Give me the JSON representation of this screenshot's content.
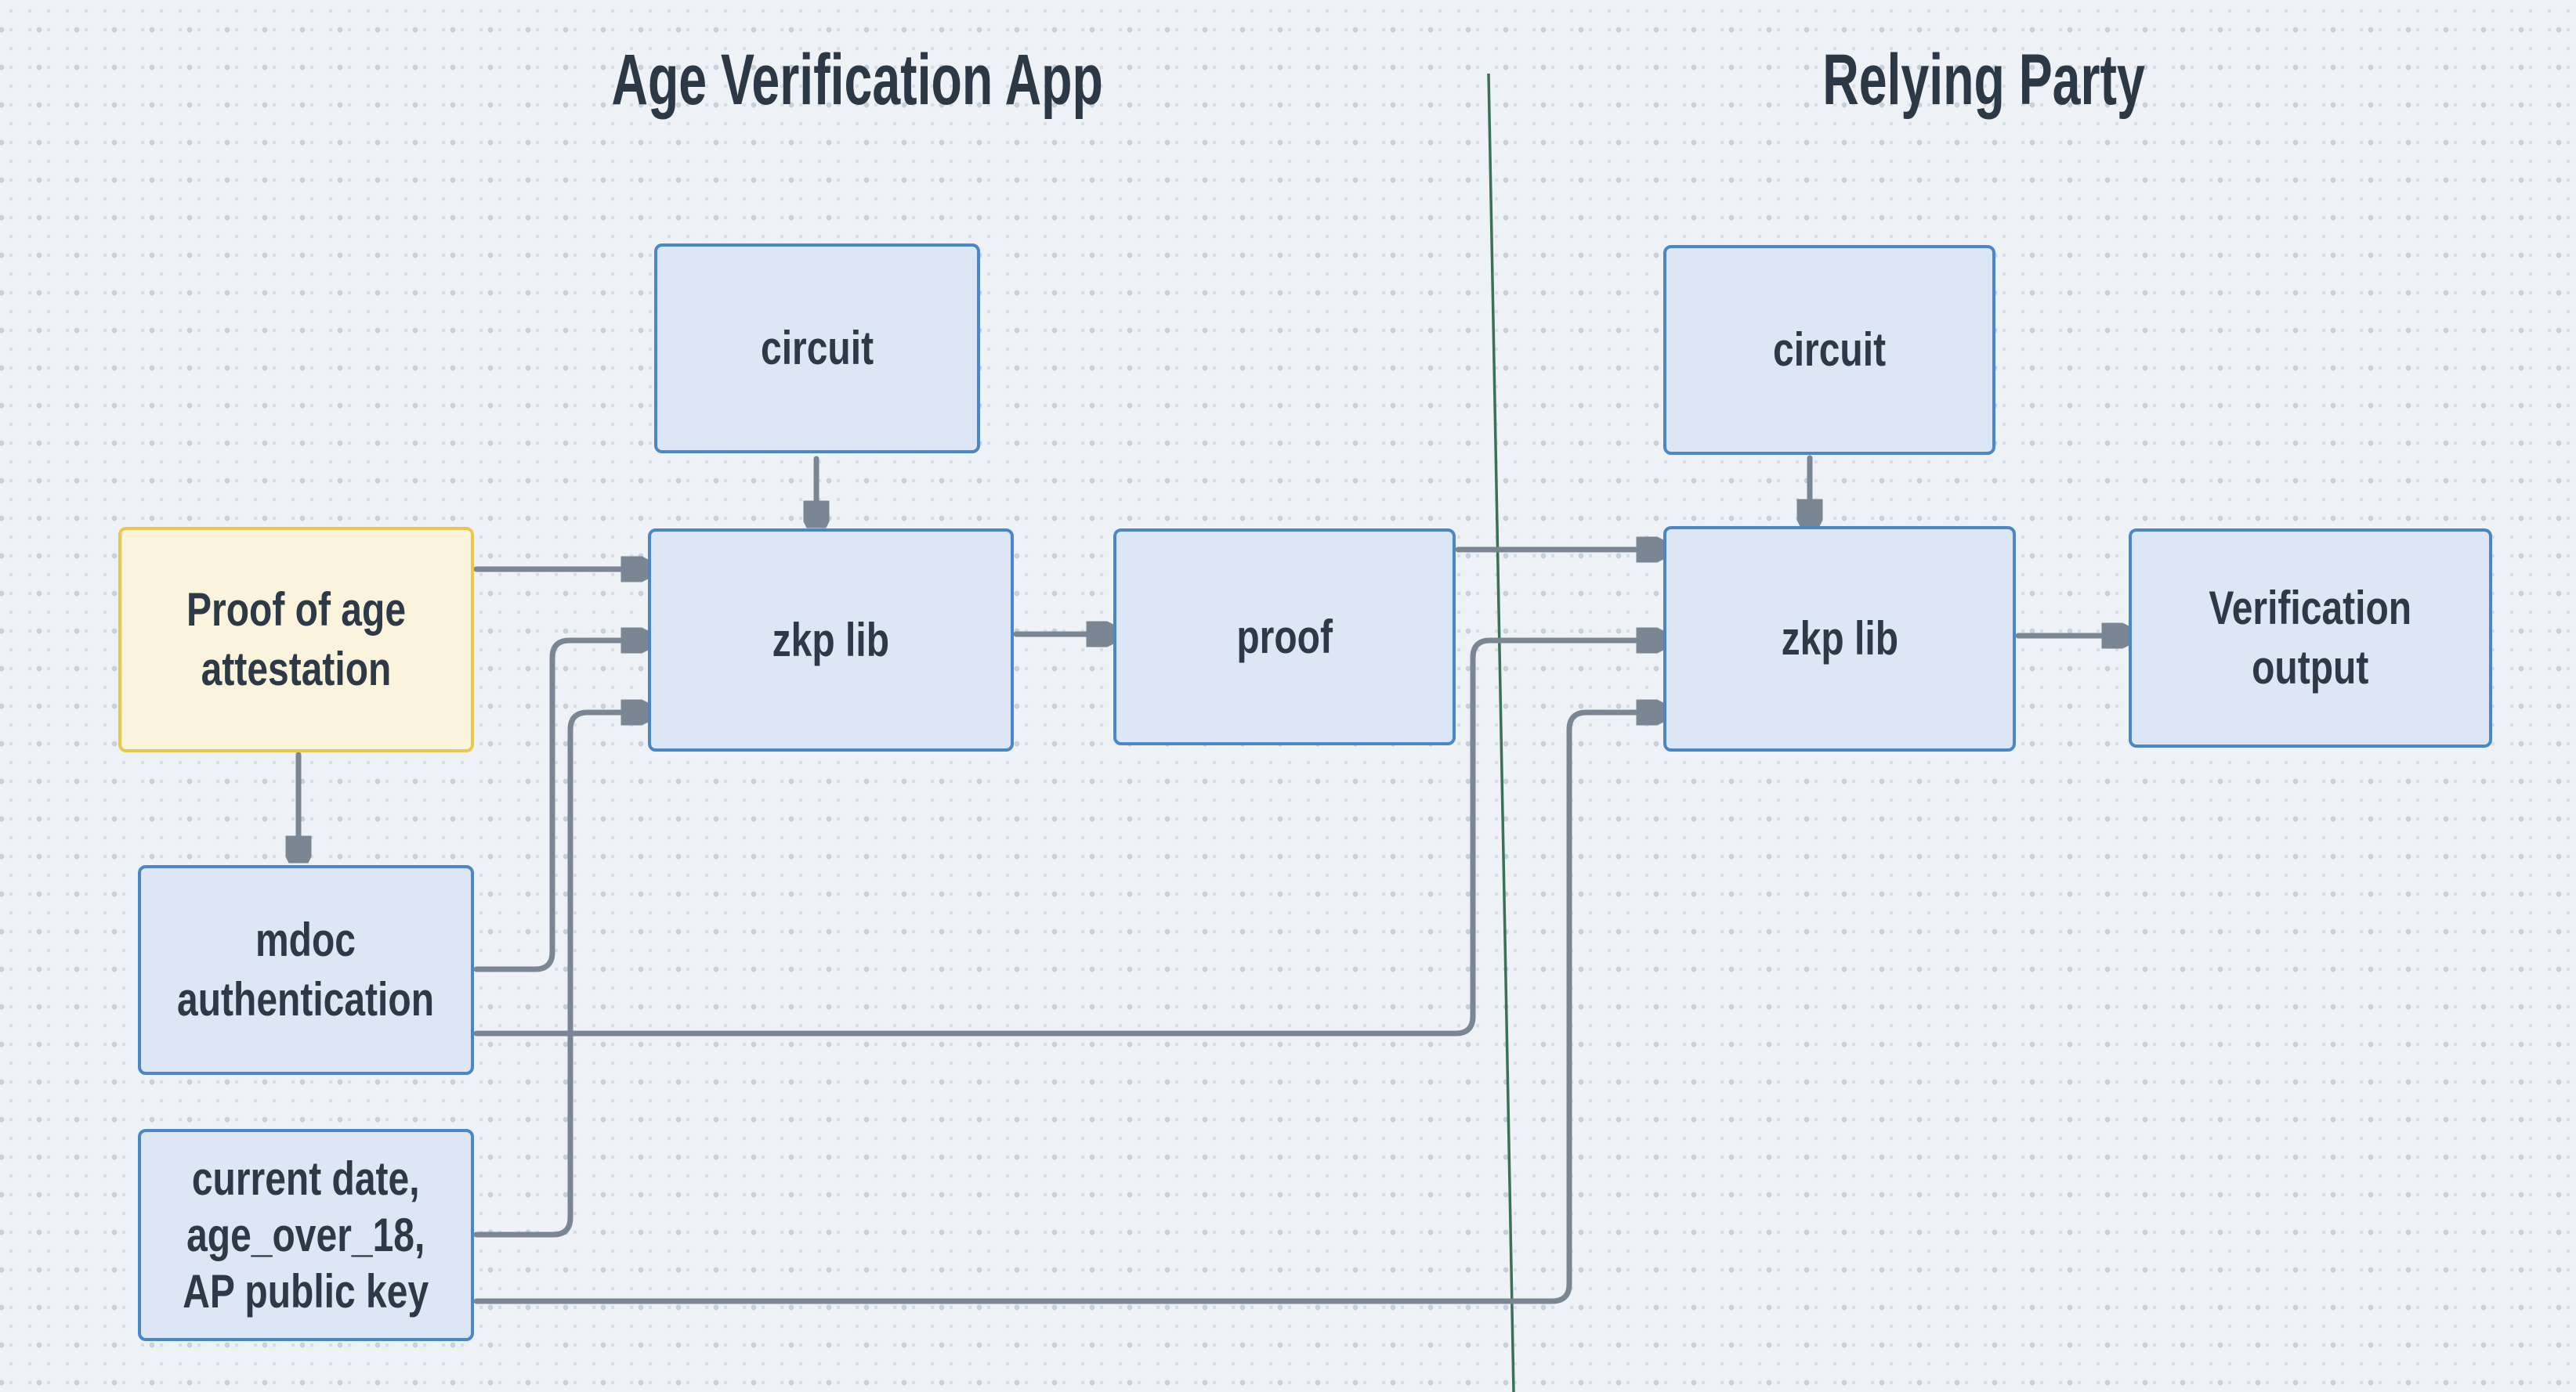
{
  "titles": {
    "left": "Age Verification App",
    "right": "Relying Party"
  },
  "nodes": {
    "circuit_left": {
      "label": "circuit"
    },
    "circuit_right": {
      "label": "circuit"
    },
    "attestation": {
      "lines": [
        "Proof of age",
        "attestation"
      ]
    },
    "zkp_left": {
      "label": "zkp lib"
    },
    "proof": {
      "label": "proof"
    },
    "zkp_right": {
      "label": "zkp lib"
    },
    "verification": {
      "lines": [
        "Verification",
        "output"
      ]
    },
    "mdoc": {
      "lines": [
        "mdoc",
        "authentication"
      ]
    },
    "inputs": {
      "lines": [
        "current date,",
        "age_over_18,",
        "AP public key"
      ]
    }
  },
  "edges": [
    {
      "from": "circuit_left",
      "to": "zkp_left"
    },
    {
      "from": "circuit_right",
      "to": "zkp_right"
    },
    {
      "from": "attestation",
      "to": "zkp_left"
    },
    {
      "from": "attestation",
      "to": "mdoc"
    },
    {
      "from": "mdoc",
      "to": "zkp_left"
    },
    {
      "from": "mdoc",
      "to": "zkp_right"
    },
    {
      "from": "inputs",
      "to": "zkp_left"
    },
    {
      "from": "inputs",
      "to": "zkp_right"
    },
    {
      "from": "zkp_left",
      "to": "proof"
    },
    {
      "from": "proof",
      "to": "zkp_right"
    },
    {
      "from": "zkp_right",
      "to": "verification"
    }
  ],
  "colors": {
    "background": "#eef1f5",
    "dot_grid": "#c6cfda",
    "node_fill_blue": "#dce6f4",
    "node_border_blue": "#4a87c9",
    "node_fill_yellow": "#fbf4dc",
    "node_border_yellow": "#ecc74f",
    "connector_gray": "#7a8694",
    "divider_green": "#3b7157",
    "text_dark": "#2e3947"
  }
}
